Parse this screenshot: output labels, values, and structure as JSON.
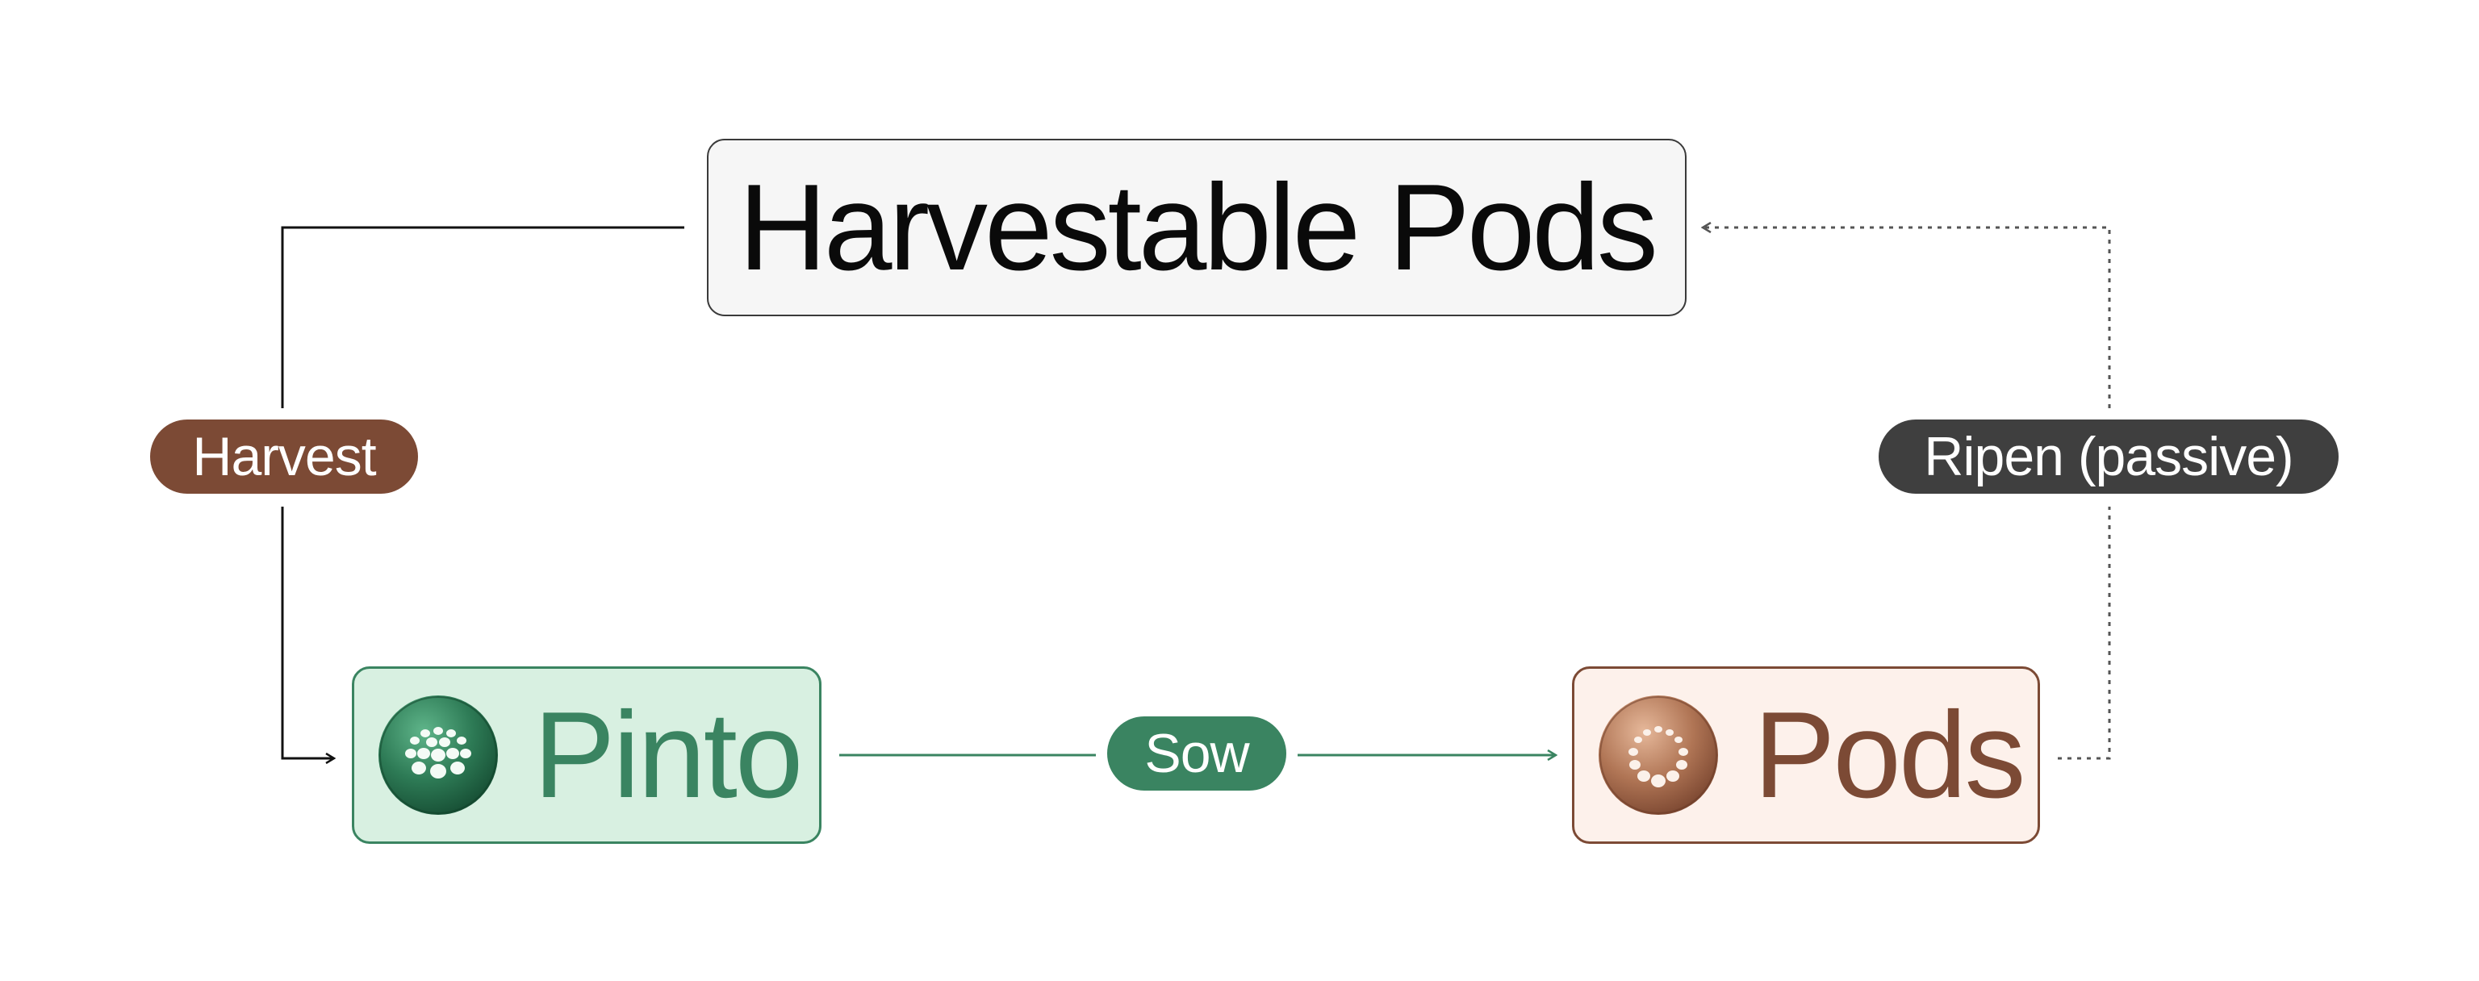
{
  "diagram": {
    "nodes": {
      "harvestable_pods": {
        "label": "Harvestable Pods",
        "fill": "#f6f6f6",
        "border": "#3a3a3a"
      },
      "pinto": {
        "label": "Pinto",
        "icon": "pinto-token-icon",
        "fill": "#d8f0e1",
        "color": "#3a8461"
      },
      "pods": {
        "label": "Pods",
        "icon": "pods-token-icon",
        "fill": "#fdf1eb",
        "color": "#7c4a35"
      }
    },
    "edges": {
      "harvest": {
        "label": "Harvest",
        "from": "Harvestable Pods",
        "to": "Pinto",
        "style": "solid",
        "color": "#7c4a35"
      },
      "sow": {
        "label": "Sow",
        "from": "Pinto",
        "to": "Pods",
        "style": "solid",
        "color": "#3a8461"
      },
      "ripen": {
        "label": "Ripen (passive)",
        "from": "Pods",
        "to": "Harvestable Pods",
        "style": "dotted",
        "color": "#3f3f3f"
      }
    }
  }
}
